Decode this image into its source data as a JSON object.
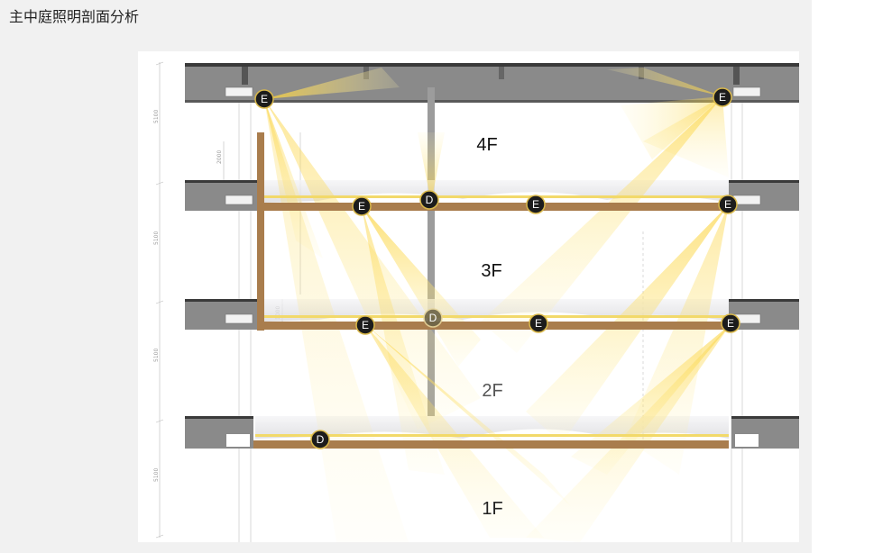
{
  "page": {
    "title": "主中庭照明剖面分析"
  },
  "floors": [
    {
      "label": "4F",
      "color": "#111111"
    },
    {
      "label": "3F",
      "color": "#111111"
    },
    {
      "label": "2F",
      "color": "#555555"
    },
    {
      "label": "1F",
      "color": "#222222"
    }
  ],
  "markers": {
    "E": "E",
    "D": "D"
  },
  "dimensions": [
    "5100",
    "5100",
    "5100",
    "5100",
    "2000",
    "1000"
  ],
  "colors": {
    "beam_light": "#fbd23a",
    "beam_fade": "#fff6c4",
    "wood": "#a97d4d",
    "concrete": "#8a8a8a",
    "marker_fill": "#1c1c1c",
    "marker_ring": "#d9b84a"
  }
}
